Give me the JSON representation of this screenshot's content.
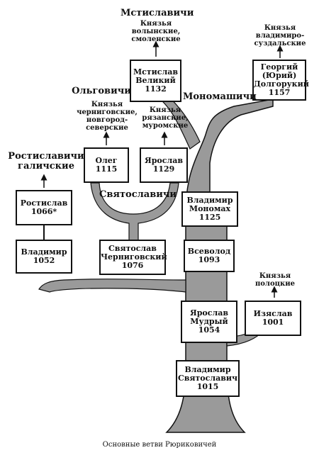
{
  "caption": "Основные ветви Рюриковичей",
  "nodes": {
    "vladimir_svyatoslavich": {
      "name_1": "Владимир",
      "name_2": "Святославич",
      "year": "1015"
    },
    "yaroslav_mudry": {
      "name_1": "Ярослав",
      "name_2": "Мудрый",
      "year": "1054"
    },
    "izyaslav": {
      "name_1": "Изяслав",
      "year": "1001"
    },
    "vladimir_1052": {
      "name_1": "Владимир",
      "year": "1052"
    },
    "rostislav": {
      "name_1": "Ростислав",
      "year": "1066*"
    },
    "svyatoslav": {
      "name_1": "Святослав",
      "name_2": "Черниговский",
      "year": "1076"
    },
    "vsevolod": {
      "name_1": "Всеволод",
      "year": "1093"
    },
    "vladimir_monomakh": {
      "name_1": "Владимир",
      "name_2": "Мономах",
      "year": "1125"
    },
    "oleg": {
      "name_1": "Олег",
      "year": "1115"
    },
    "yaroslav_1129": {
      "name_1": "Ярослав",
      "year": "1129"
    },
    "mstislav": {
      "name_1": "Мстислав",
      "name_2": "Великий",
      "year": "1132"
    },
    "georgy": {
      "name_1": "Георгий",
      "name_2": "(Юрий)",
      "name_3": "Долгорукий",
      "year": "1157"
    }
  },
  "branches": {
    "mstislavichi": "Мстиславичи",
    "olgovichi": "Ольговичи",
    "monomashichi": "Мономашичи",
    "rostislavichi": "Ростиславичи",
    "galichskie": "галичские",
    "svyatoslavichi": "Святославичи"
  },
  "princes": {
    "volyn": [
      "Князья",
      "волынские,",
      "смоленские"
    ],
    "vladimir_suzdal": [
      "Князья",
      "владимиро-",
      "суздальские"
    ],
    "chernigov": [
      "Князья",
      "черниговские,",
      "новгород-",
      "северские"
    ],
    "ryazan": [
      "Князья",
      "рязанские,",
      "муромские"
    ],
    "polotsk": [
      "Князья",
      "полоцкие"
    ]
  },
  "colors": {
    "ink": "#111111",
    "trunk": "#9a9a9a",
    "paper": "#ffffff"
  }
}
